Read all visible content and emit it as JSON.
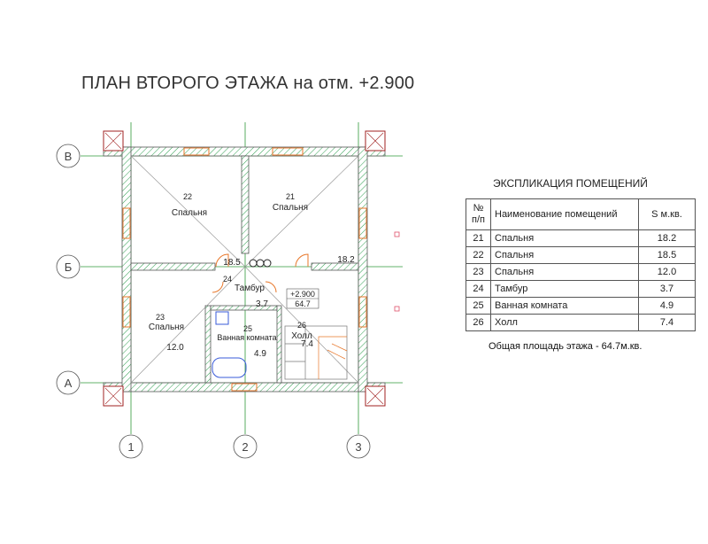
{
  "title": "ПЛАН ВТОРОГО ЭТАЖА на отм. +2.900",
  "axes": {
    "horizontal": [
      "В",
      "Б",
      "А"
    ],
    "vertical": [
      "1",
      "2",
      "3"
    ]
  },
  "rooms": [
    {
      "number": "22",
      "name": "Спальня",
      "area": "18.5"
    },
    {
      "number": "21",
      "name": "Спальня",
      "area": "18.2"
    },
    {
      "number": "24",
      "name": "Тамбур",
      "area": "3.7"
    },
    {
      "number": "23",
      "name": "Спальня",
      "area": "12.0"
    },
    {
      "number": "25",
      "name": "Ванная комната",
      "area": "4.9"
    },
    {
      "number": "26",
      "name": "Холл",
      "area": "7.4"
    }
  ],
  "level_mark": {
    "elevation": "+2.900",
    "total": "64.7"
  },
  "explication": {
    "title": "ЭКСПЛИКАЦИЯ ПОМЕЩЕНИЙ",
    "headers": {
      "number": "№\nп/п",
      "name": "Наименование помещений",
      "area": "S м.кв."
    },
    "rows": [
      {
        "number": "21",
        "name": "Спальня",
        "area": "18.2"
      },
      {
        "number": "22",
        "name": "Спальня",
        "area": "18.5"
      },
      {
        "number": "23",
        "name": "Спальня",
        "area": "12.0"
      },
      {
        "number": "24",
        "name": "Тамбур",
        "area": "3.7"
      },
      {
        "number": "25",
        "name": "Ванная комната",
        "area": "4.9"
      },
      {
        "number": "26",
        "name": "Холл",
        "area": "7.4"
      }
    ],
    "total": "Общая площадь этажа - 64.7м.кв."
  },
  "colors": {
    "wall_hatch": "#2e9e4f",
    "axis_line": "#2f9a3a",
    "door": "#e8772a",
    "furniture": "#3a5bd9",
    "column": "#a02020"
  }
}
